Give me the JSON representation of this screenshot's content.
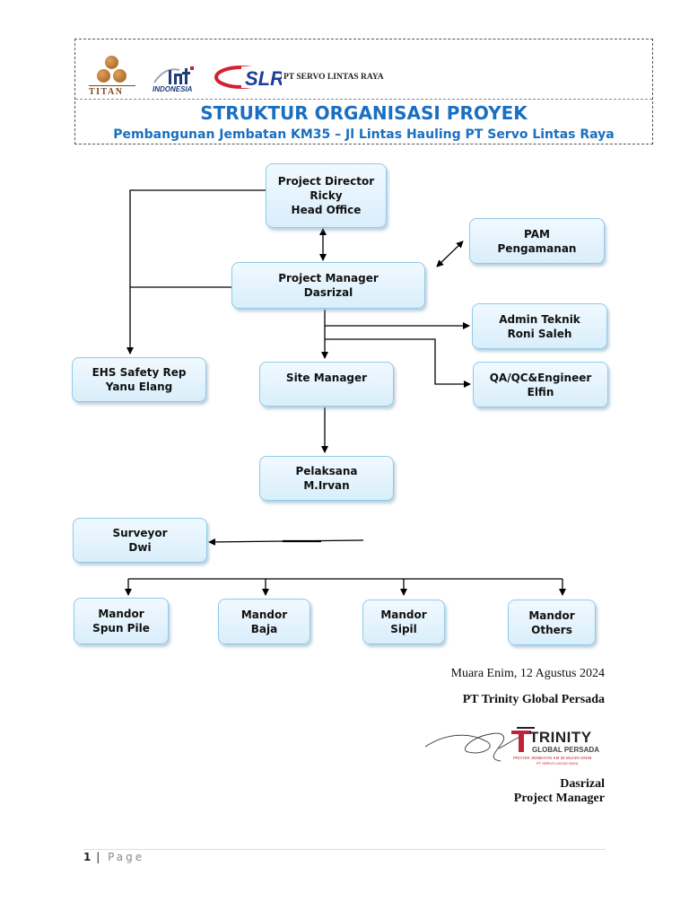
{
  "header": {
    "logo_titan_text": "TITAN",
    "logo_hnt_text": "INDONESIA",
    "logo_slr_text": "SLR",
    "company_name": "PT SERVO LINTAS RAYA",
    "title": "STRUKTUR ORGANISASI PROYEK",
    "subtitle": "Pembangunan Jembatan KM35 – Jl Lintas Hauling PT Servo Lintas Raya"
  },
  "org_chart": {
    "project_director": {
      "line1": "Project Director",
      "line2": "Ricky",
      "line3": "Head Office"
    },
    "project_manager": {
      "line1": "Project Manager",
      "line2": "Dasrizal"
    },
    "pam": {
      "line1": "PAM",
      "line2": "Pengamanan"
    },
    "admin_teknik": {
      "line1": "Admin Teknik",
      "line2": "Roni Saleh"
    },
    "qa_qc": {
      "line1": "QA/QC&Engineer",
      "line2": "Elfin"
    },
    "ehs": {
      "line1": "EHS Safety Rep",
      "line2": "Yanu Elang"
    },
    "site_manager": {
      "line1": "Site Manager"
    },
    "pelaksana": {
      "line1": "Pelaksana",
      "line2": "M.Irvan"
    },
    "surveyor": {
      "line1": "Surveyor",
      "line2": "Dwi"
    },
    "mandors": [
      {
        "line1": "Mandor",
        "line2": "Spun Pile"
      },
      {
        "line1": "Mandor",
        "line2": "Baja"
      },
      {
        "line1": "Mandor",
        "line2": "Sipil"
      },
      {
        "line1": "Mandor",
        "line2": "Others"
      }
    ]
  },
  "signature": {
    "place_date": "Muara Enim, 12 Agustus 2024",
    "company": "PT Trinity Global Persada",
    "stamp_word": "TRINITY",
    "stamp_sub": "GLOBAL PERSADA",
    "stamp_line": "PROYEK JEMBATAN KM 35 MUARA ENIM",
    "stamp_line2": "PT SERVO LINTAS RAYA",
    "name": "Dasrizal",
    "role": "Project Manager"
  },
  "footer": {
    "page_number": "1",
    "separator": "|",
    "page_label": "Page"
  }
}
